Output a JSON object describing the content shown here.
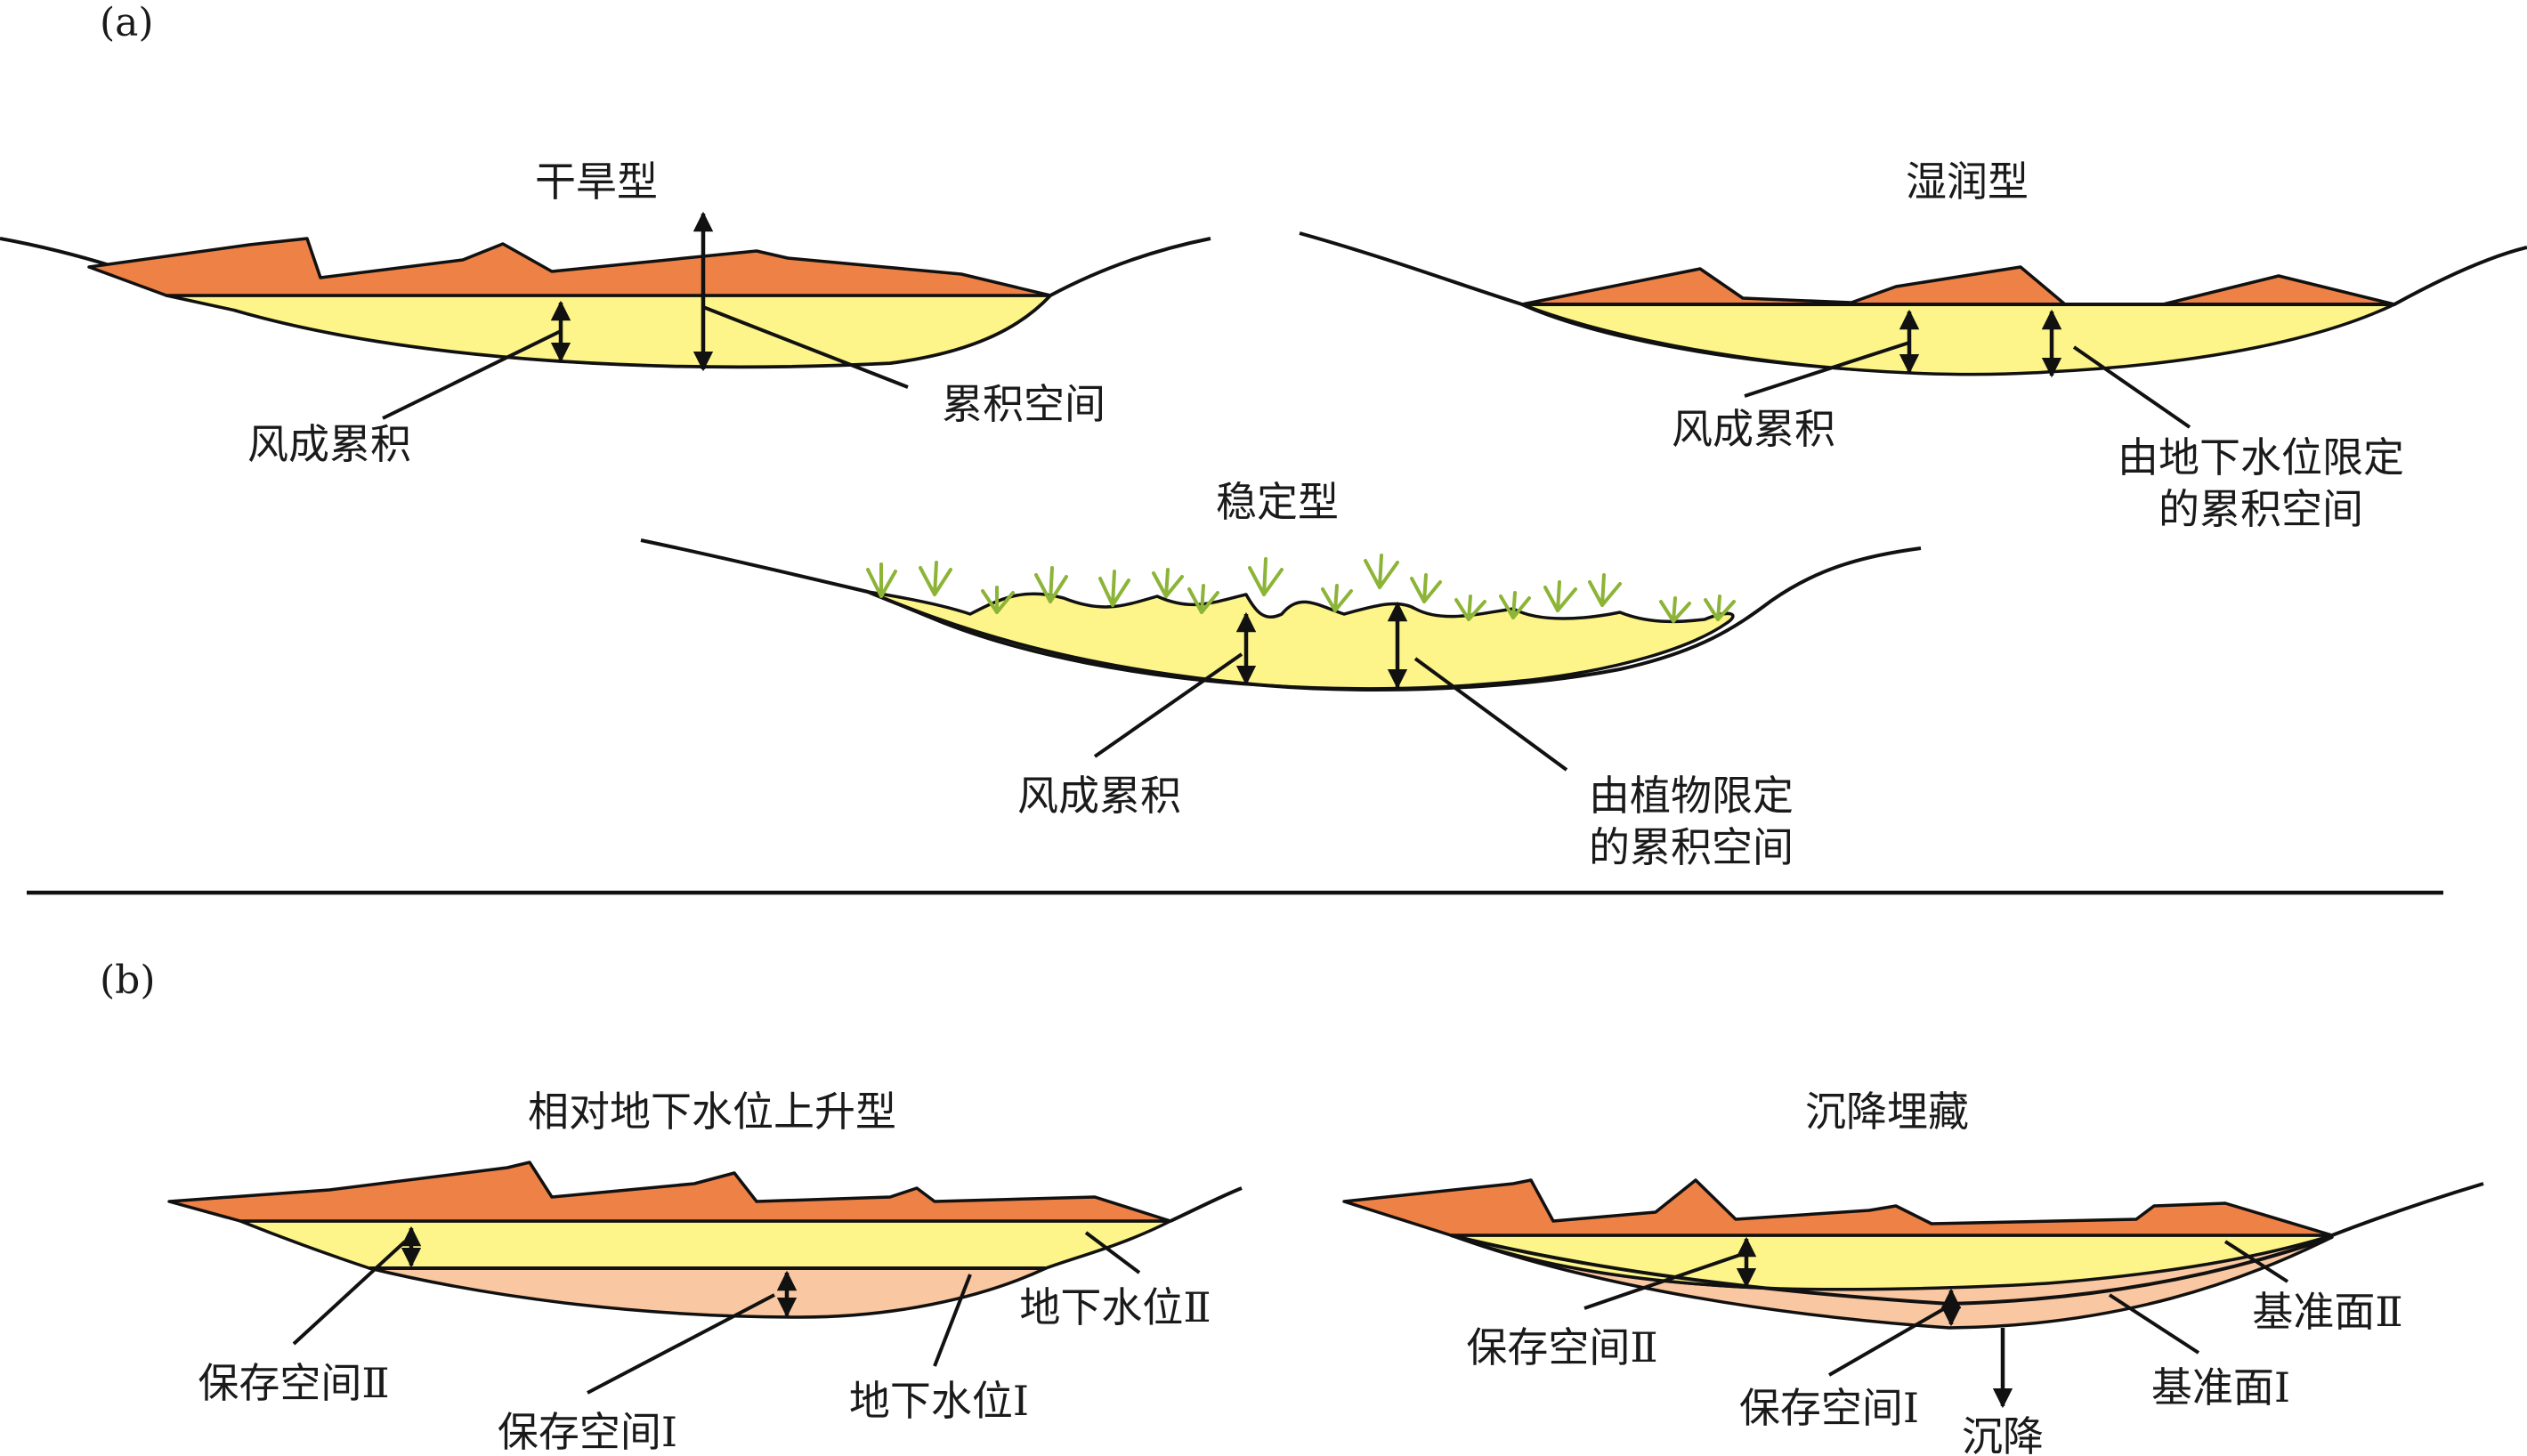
{
  "panels": {
    "a": {
      "label": "(a)",
      "arid": {
        "title": "干旱型",
        "label_deposit": "风成累积",
        "label_space": "累积空间"
      },
      "humid": {
        "title": "湿润型",
        "label_deposit": "风成累积",
        "label_space_line1": "由地下水位限定",
        "label_space_line2": "的累积空间"
      },
      "stable": {
        "title": "稳定型",
        "label_deposit": "风成累积",
        "label_space_line1": "由植物限定",
        "label_space_line2": "的累积空间"
      }
    },
    "b": {
      "label": "(b)",
      "rising_water_table": {
        "title": "相对地下水位上升型",
        "label_space_2": "保存空间Ⅱ",
        "label_space_1": "保存空间Ⅰ",
        "label_water_table_2": "地下水位Ⅱ",
        "label_water_table_1": "地下水位Ⅰ"
      },
      "subsidence_burial": {
        "title": "沉降埋藏",
        "label_space_2": "保存空间Ⅱ",
        "label_space_1": "保存空间Ⅰ",
        "label_subsidence": "沉降",
        "label_base_level_2": "基准面Ⅱ",
        "label_base_level_1": "基准面Ⅰ"
      }
    }
  },
  "colors": {
    "dune_orange": "#ee8146",
    "deposit_yellow": "#fdf589",
    "preserved_peach": "#f9c7a1",
    "vegetation_green": "#8cb436"
  }
}
